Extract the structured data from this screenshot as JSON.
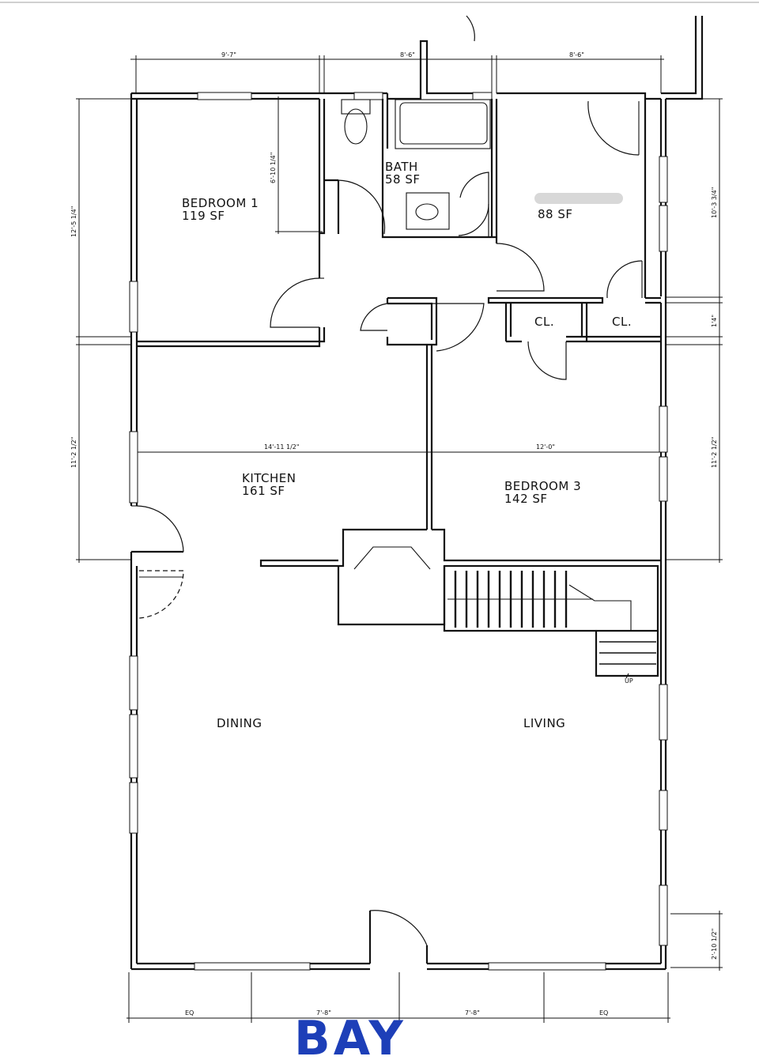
{
  "rooms": {
    "bedroom1": {
      "name": "BEDROOM 1",
      "area": "119 SF"
    },
    "bath": {
      "name": "BATH",
      "area": "58 SF"
    },
    "bedroom2": {
      "name": "",
      "area": "88 SF"
    },
    "kitchen": {
      "name": "KITCHEN",
      "area": "161 SF"
    },
    "bedroom3": {
      "name": "BEDROOM 3",
      "area": "142 SF"
    },
    "closet_a": {
      "name": "CL."
    },
    "closet_b": {
      "name": "CL."
    },
    "dining": {
      "name": "DINING"
    },
    "living": {
      "name": "LIVING"
    }
  },
  "dimensions": {
    "top_left": "9'-7\"",
    "top_mid": "8'-6\"",
    "top_right": "8'-6\"",
    "left_upper": "12'-5 1/4\"",
    "left_lower": "11'-2 1/2\"",
    "bedroom1_inner": "6'-10 1/4\"",
    "right_upper": "10'-3 3/4\"",
    "right_small": "1'4\"",
    "right_lower": "11'-2 1/2\"",
    "right_bottom": "2'-10 1/2\"",
    "kitchen_width": "14'-11 1/2\"",
    "bedroom3_width": "12'-0\"",
    "bottom_1": "EQ",
    "bottom_2": "7'-8\"",
    "bottom_3": "7'-8\"",
    "bottom_4": "EQ"
  },
  "stair_label": "UP",
  "annotation": "BAY",
  "colors": {
    "line": "#111111",
    "annotation": "#1d3fb8"
  }
}
